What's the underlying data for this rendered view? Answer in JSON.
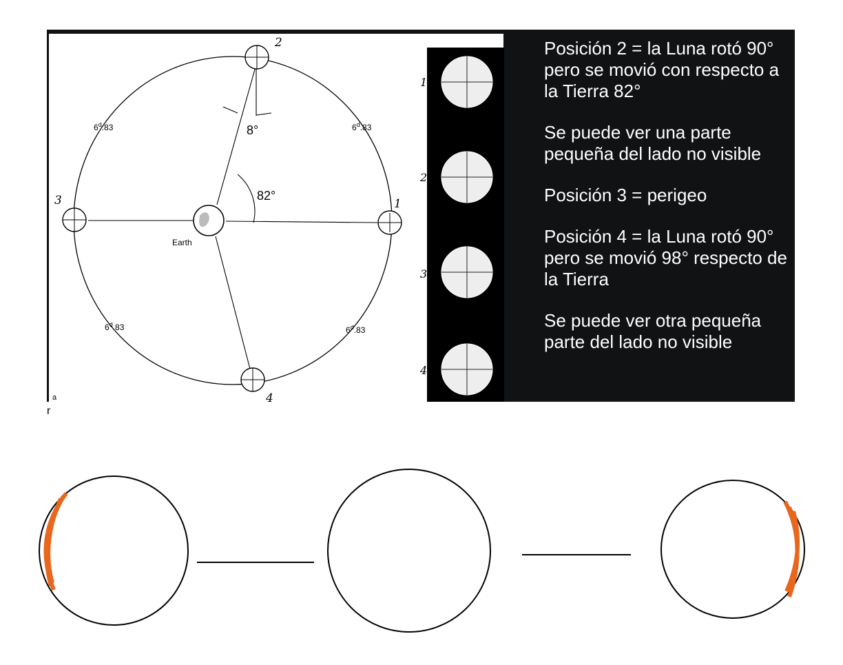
{
  "diagram": {
    "positions": [
      {
        "number": "1",
        "interval": "6d.83"
      },
      {
        "number": "2",
        "interval": "6d.83"
      },
      {
        "number": "3",
        "interval": "6d.83"
      },
      {
        "number": "4",
        "interval": "6d.83"
      }
    ],
    "earth_label": "Earth",
    "angle_small": "8°",
    "angle_large": "82°",
    "figure_letter": "a",
    "interval_value": "6",
    "interval_unit": "d",
    "interval_frac": ".83",
    "photo_labels": [
      "1",
      "2",
      "3",
      "4"
    ]
  },
  "text": {
    "paragraphs": [
      "Posición 2 = la Luna rotó 90° pero se movió con respecto a la Tierra 82°",
      "Se puede ver una parte pequeña del lado no visible",
      "Posición 3 = perigeo",
      "Posición 4 = la Luna rotó 90° pero se movió 98° respecto de la Tierra",
      "Se puede ver otra pequeña parte del lado no visible"
    ]
  },
  "stray_text": "r",
  "colors": {
    "slide_bg": "#111214",
    "diagram_bg": "#ffffff",
    "annotation": "#e8671c",
    "ink": "#000000"
  }
}
